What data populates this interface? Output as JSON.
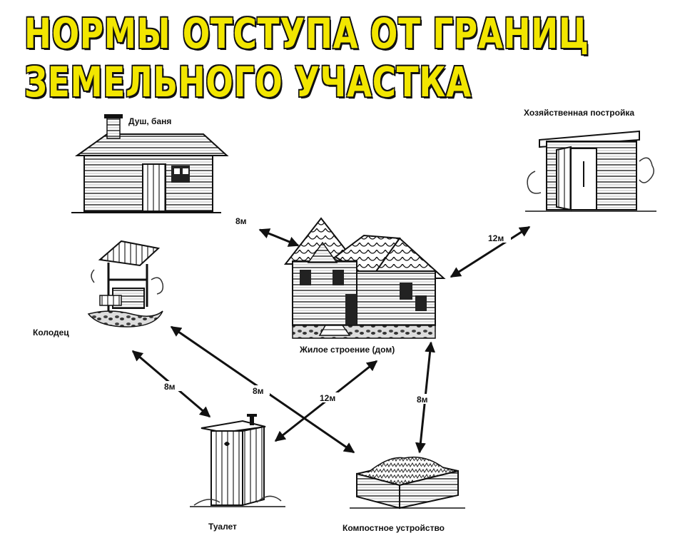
{
  "title": {
    "line1": "НОРМЫ ОТСТУПА ОТ ГРАНИЦ",
    "line2": "ЗЕМЕЛЬНОГО УЧАСТКА"
  },
  "colors": {
    "title_fill": "#f2e600",
    "ink": "#111111",
    "background": "#ffffff"
  },
  "nodes": {
    "bath": "Душ, баня",
    "shed": "Хозяйственная постройка",
    "house": "Жилое строение (дом)",
    "well": "Колодец",
    "toilet": "Туалет",
    "compost": "Компостное устройство"
  },
  "icons": {
    "bath": "log-bathhouse-icon",
    "shed": "shed-icon",
    "house": "house-icon",
    "well": "well-icon",
    "toilet": "outhouse-icon",
    "compost": "compost-bin-icon"
  },
  "distances": {
    "bath_house": "8м",
    "shed_house": "12м",
    "well_toilet": "8м",
    "well_compost": "8м",
    "toilet_house": "12м",
    "compost_house": "8м"
  }
}
